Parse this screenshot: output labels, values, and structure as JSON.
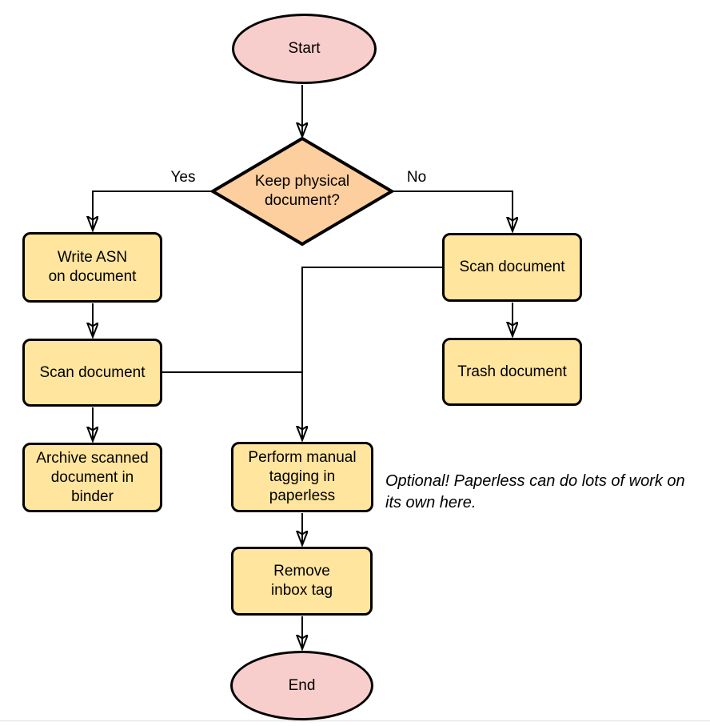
{
  "diagram": {
    "nodes": {
      "start": {
        "type": "terminal",
        "label": "Start"
      },
      "decision": {
        "type": "decision",
        "label": "Keep physical\ndocument?"
      },
      "write_asn": {
        "type": "process",
        "label": "Write ASN\non document"
      },
      "scan_left": {
        "type": "process",
        "label": "Scan document"
      },
      "archive": {
        "type": "process",
        "label": "Archive scanned\ndocument in\nbinder"
      },
      "scan_right": {
        "type": "process",
        "label": "Scan document"
      },
      "trash": {
        "type": "process",
        "label": "Trash document"
      },
      "tagging": {
        "type": "process",
        "label": "Perform manual\ntagging in\npaperless"
      },
      "remove_inbox": {
        "type": "process",
        "label": "Remove\ninbox tag"
      },
      "end": {
        "type": "terminal",
        "label": "End"
      }
    },
    "edge_labels": {
      "yes": "Yes",
      "no": "No"
    },
    "note": "Optional! Paperless can do lots of work on\nits own here.",
    "colors": {
      "terminal_fill": "#f8cecc",
      "decision_fill": "#fdce9e",
      "process_fill": "#ffe59e",
      "stroke": "#000000"
    }
  }
}
